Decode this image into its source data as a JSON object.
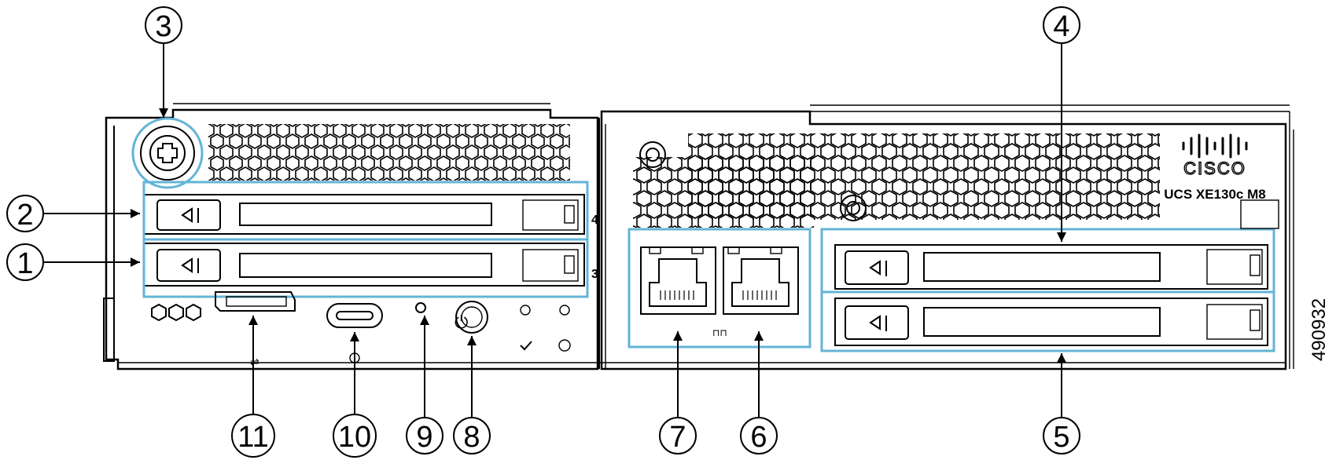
{
  "diagram": {
    "brand_name": "CISCO",
    "model_label": "UCS XE130c M8",
    "figure_number": "490932",
    "callouts": [
      {
        "id": "c1",
        "number": "1"
      },
      {
        "id": "c2",
        "number": "2"
      },
      {
        "id": "c3",
        "number": "3"
      },
      {
        "id": "c4",
        "number": "4"
      },
      {
        "id": "c5",
        "number": "5"
      },
      {
        "id": "c6",
        "number": "6"
      },
      {
        "id": "c7",
        "number": "7"
      },
      {
        "id": "c8",
        "number": "8"
      },
      {
        "id": "c9",
        "number": "9"
      },
      {
        "id": "c10",
        "number": "10"
      },
      {
        "id": "c11",
        "number": "11"
      }
    ],
    "drive_bay_numbers": {
      "left_top": "4",
      "left_bottom": "3"
    },
    "highlight_color": "#63b4d7"
  }
}
